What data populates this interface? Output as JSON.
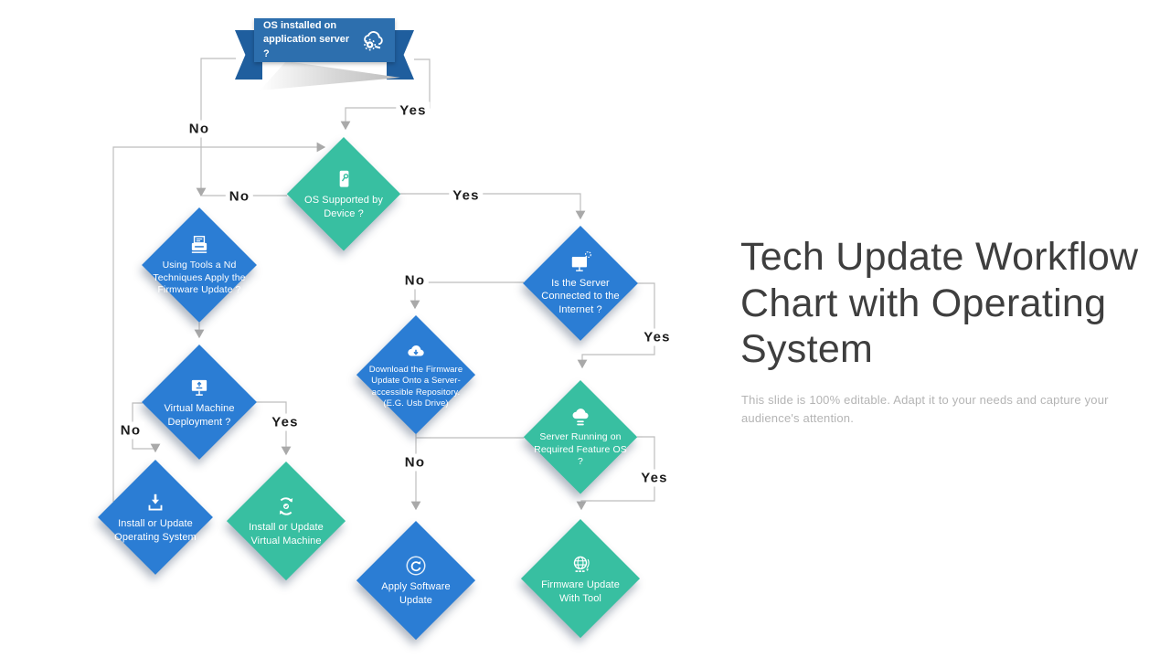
{
  "slide": {
    "title": "Tech Update Workflow Chart with Operating System",
    "subtitle": "This slide is 100% editable. Adapt it to your needs and capture your audience's attention."
  },
  "colors": {
    "blue": "#2b7dd4",
    "teal": "#38bfa1",
    "ribbon": "#2d6fae",
    "ribbon-dark": "#1f5e9e",
    "line": "#bdbdbd",
    "arrow": "#a9a9a9",
    "title-text": "#3e3e3e",
    "subtitle-text": "#b4b4b4",
    "edge-label-text": "#1b1b1b"
  },
  "banner": {
    "label": "OS installed on application server ?",
    "icon": "cloud-gear-icon"
  },
  "nodes": {
    "os_supported": {
      "label": "OS Supported by Device ?",
      "icon": "phone-wrench-icon"
    },
    "using_tools": {
      "label": "Using Tools a Nd Techniques Apply the Firmware Update ?",
      "icon": "printer-icon"
    },
    "server_internet": {
      "label": "Is the Server Connected to the Internet ?",
      "icon": "monitor-globe-icon"
    },
    "download_firmware": {
      "label": "Download the Firmware Update Onto a Server-accessible Repository.(E.G. Usb Drive)",
      "icon": "cloud-download-icon"
    },
    "server_running": {
      "label": "Server Running on Required Feature OS ?",
      "icon": "cloud-server-icon"
    },
    "vm_deployment": {
      "label": "Virtual Machine Deployment ?",
      "icon": "monitor-share-icon"
    },
    "install_os": {
      "label": "Install or Update Operating System",
      "icon": "download-tray-icon"
    },
    "install_vm": {
      "label": "Install or Update Virtual Machine",
      "icon": "sync-check-icon"
    },
    "apply_update": {
      "label": "Apply Software Update",
      "icon": "refresh-icon"
    },
    "firmware_tool": {
      "label": "Firmware Update With Tool",
      "icon": "globe-sync-icon"
    }
  },
  "edge_labels": {
    "banner_no": "No",
    "banner_yes": "Yes",
    "os_supported_no": "No",
    "os_supported_yes": "Yes",
    "server_internet_no": "No",
    "server_internet_yes": "Yes",
    "vm_no": "No",
    "vm_yes": "Yes",
    "server_running_no": "No",
    "server_running_yes": "Yes"
  }
}
